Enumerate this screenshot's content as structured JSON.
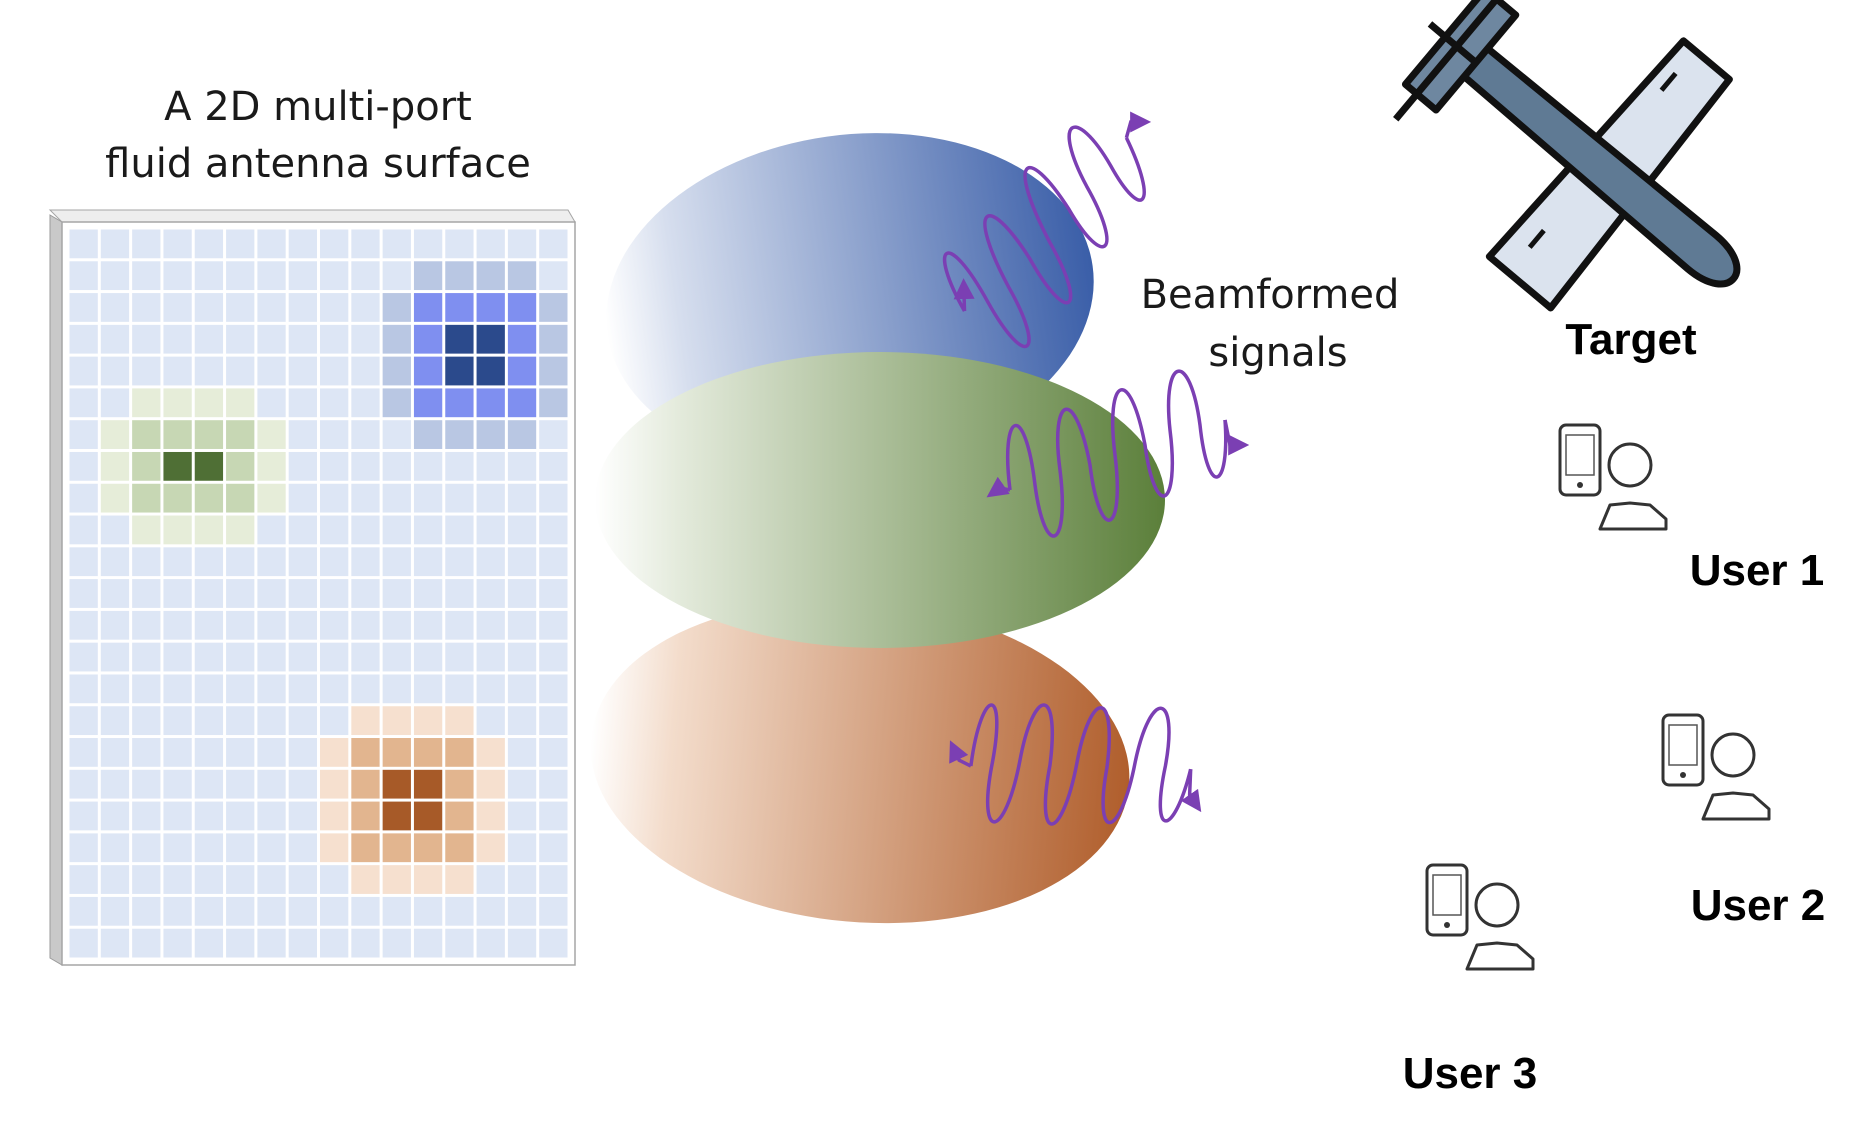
{
  "surface": {
    "title_line1": "A 2D multi-port",
    "title_line2": "fluid antenna surface"
  },
  "beams": {
    "label_line1": "Beamformed",
    "label_line2": "signals"
  },
  "target": {
    "label": "Target"
  },
  "users": [
    {
      "label": "User 1"
    },
    {
      "label": "User 2"
    },
    {
      "label": "User 3"
    }
  ],
  "colors": {
    "grid_cell": "#dde6f5",
    "grid_line": "#ffffff",
    "blue_beam": "#3a5ea8",
    "green_beam": "#5b7f3a",
    "orange_beam": "#b05e2c",
    "wave": "#7b3fb3",
    "blue_port_dark": "#2b4a8c",
    "blue_port_mid": "#7f8ff0",
    "blue_port_light": "#b9c7e3",
    "green_port_dark": "#4f6f35",
    "green_port_mid": "#c7d7b4",
    "green_port_light": "#e6edd9",
    "orange_port_dark": "#a75a28",
    "orange_port_mid": "#e2b58f",
    "orange_port_light": "#f6e0cf"
  }
}
